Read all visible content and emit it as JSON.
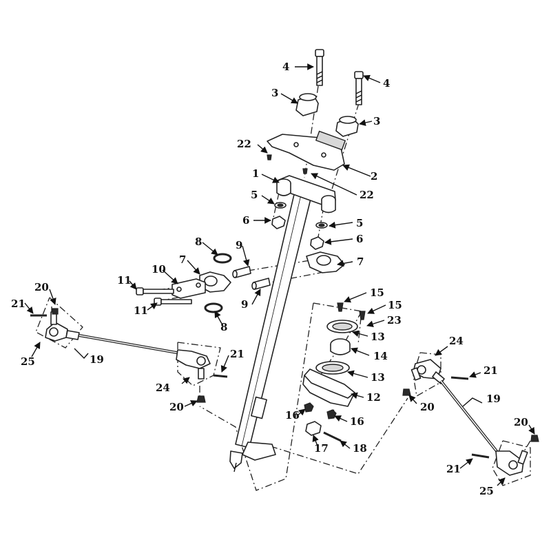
{
  "labels": [
    "1",
    "2",
    "3",
    "3",
    "4",
    "4",
    "5",
    "5",
    "6",
    "6",
    "7",
    "7",
    "8",
    "8",
    "9",
    "9",
    "10",
    "11",
    "11",
    "12",
    "13",
    "13",
    "14",
    "15",
    "15",
    "16",
    "16",
    "17",
    "18",
    "19",
    "19",
    "20",
    "20",
    "20",
    "20",
    "21",
    "21",
    "21",
    "21",
    "22",
    "22",
    "23",
    "24",
    "24",
    "25",
    "25"
  ]
}
